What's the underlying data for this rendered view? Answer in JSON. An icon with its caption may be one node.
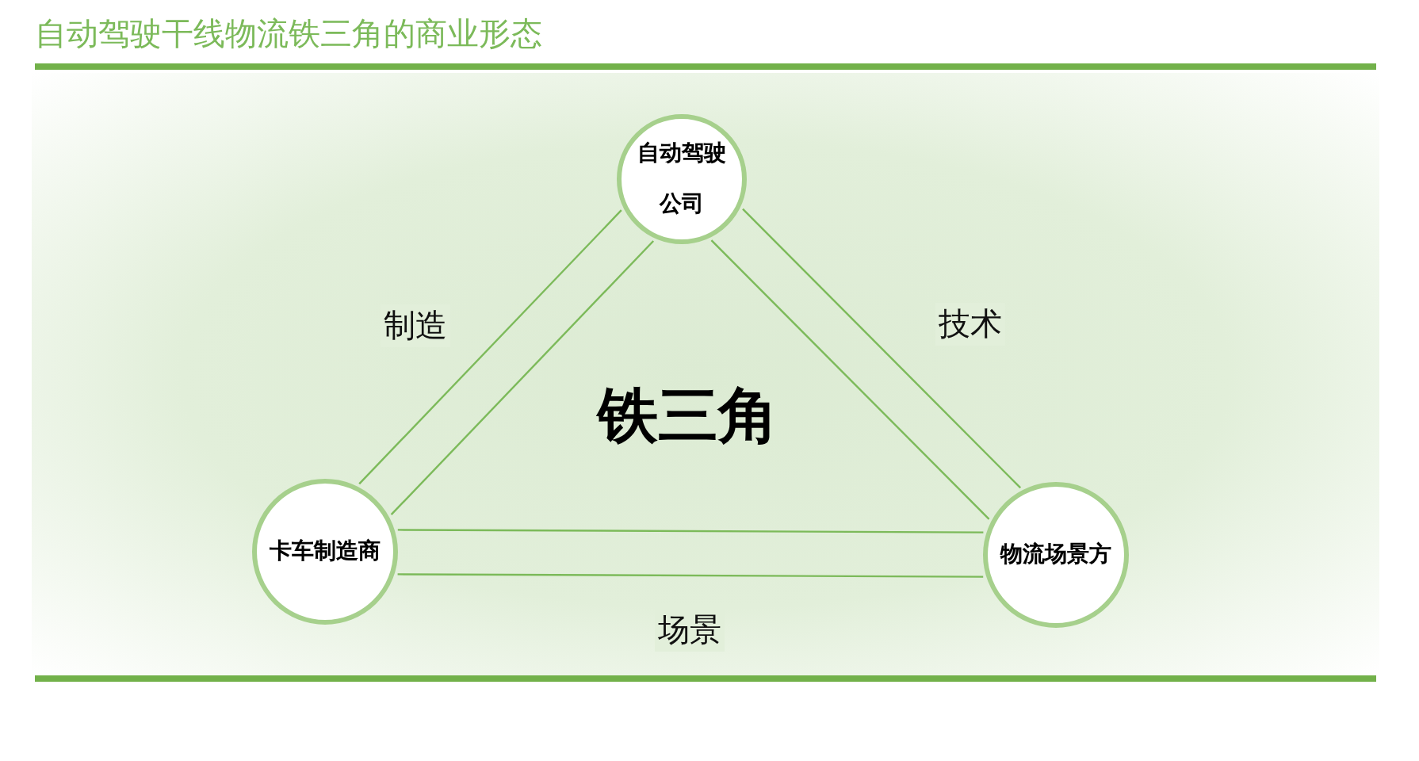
{
  "diagram": {
    "title": "自动驾驶干线物流铁三角的商业形态",
    "nodes": [
      {
        "text": [
          "自动驾驶公司"
        ]
      },
      {
        "text": [
          "卡车制造商"
        ]
      },
      {
        "text": [
          "物流场景方"
        ]
      }
    ],
    "edges": [
      {
        "from": 0,
        "to": 1,
        "arrow": "none"
      },
      {
        "from": 0,
        "to": 1,
        "arrow": "none",
        "label": "制造"
      },
      {
        "from": 0,
        "to": 2,
        "arrow": "none",
        "label": "技术"
      },
      {
        "from": 0,
        "to": 2,
        "arrow": "none"
      },
      {
        "from": 1,
        "to": 2,
        "arrow": "none"
      },
      {
        "from": 1,
        "to": 2,
        "arrow": "none",
        "label": "场景"
      }
    ],
    "labels": [
      "铁三角"
    ]
  }
}
